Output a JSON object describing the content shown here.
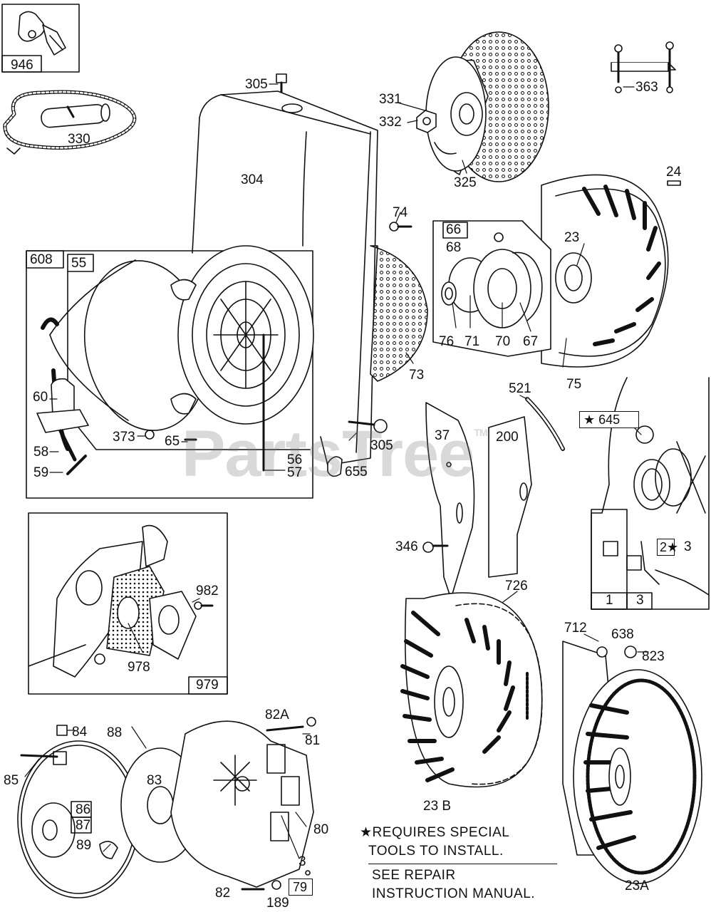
{
  "watermark": {
    "brand": "PartsTree",
    "mark": "TM"
  },
  "callouts": {
    "c946": "946",
    "c305a": "305",
    "c330": "330",
    "c331": "331",
    "c332": "332",
    "c325": "325",
    "c363": "363",
    "c24": "24",
    "c304": "304",
    "c74": "74",
    "c66": "66",
    "c68": "68",
    "c23": "23",
    "c608": "608",
    "c55": "55",
    "c76": "76",
    "c71": "71",
    "c70": "70",
    "c67": "67",
    "c73": "73",
    "c75": "75",
    "c60": "60",
    "c521": "521",
    "c645": "645",
    "c373": "373",
    "c65": "65",
    "c58": "58",
    "c305b": "305",
    "c37": "37",
    "c200": "200",
    "c56": "56",
    "c57": "57",
    "c655": "655",
    "c59": "59",
    "c346": "346",
    "c982": "982",
    "c978": "978",
    "c979": "979",
    "c726": "726",
    "c2": "2",
    "c3a": "3",
    "c1": "1",
    "c3b": "3",
    "c712": "712",
    "c638": "638",
    "c823": "823",
    "c82a": "82A",
    "c84": "84",
    "c88": "88",
    "c81": "81",
    "c85": "85",
    "c83": "83",
    "c86": "86",
    "c87": "87",
    "c89": "89",
    "c80": "80",
    "c3c": "3",
    "c23b": "23 B",
    "c82": "82",
    "c79": "79",
    "c189": "189",
    "c23a": "23A"
  },
  "notes": {
    "special_line1": "REQUIRES SPECIAL",
    "special_line2": "TOOLS TO INSTALL.",
    "repair_line1": "SEE REPAIR",
    "repair_line2": "INSTRUCTION MANUAL.",
    "star": "★"
  }
}
